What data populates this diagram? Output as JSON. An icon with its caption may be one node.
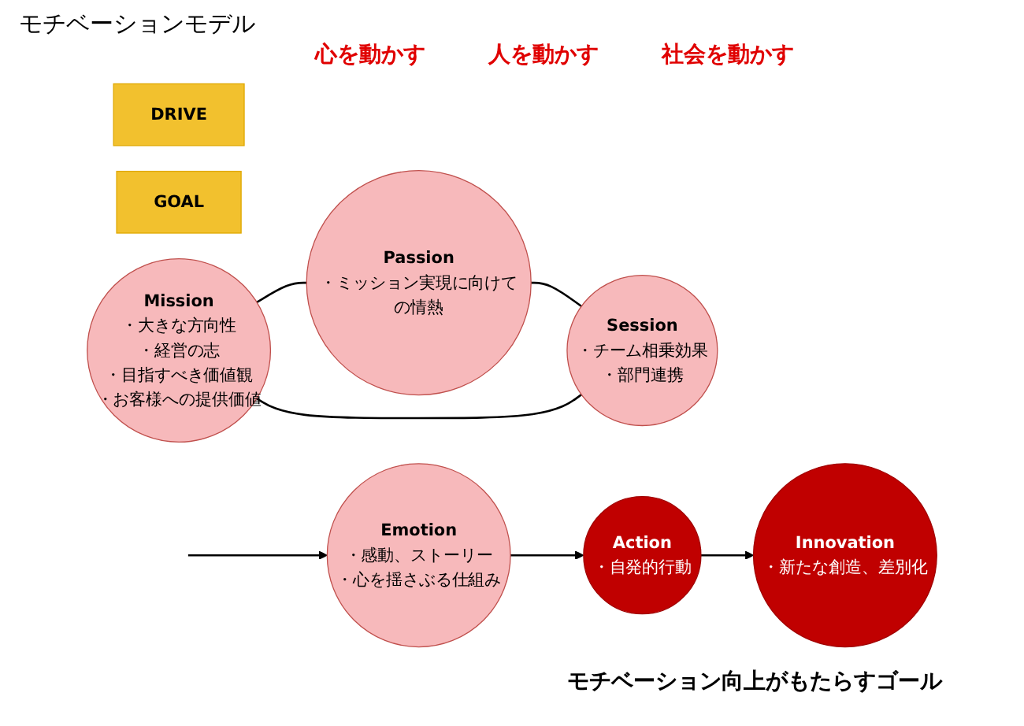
{
  "diagram": {
    "title": "モチベーションモデル",
    "nodes": [
      {
        "text": [
          "DRIVE"
        ]
      },
      {
        "text": [
          "GOAL"
        ]
      },
      {
        "text": [
          "Mission",
          "・大きな方向性",
          "・経営の志",
          "・目指すべき価値観",
          "・お客様への提供価値"
        ]
      },
      {
        "text": [
          "Passion",
          "・ミッション実現に向けての情熱"
        ]
      },
      {
        "text": [
          "Session",
          "・チーム相乗効果",
          "・部門連携"
        ]
      },
      {
        "text": [
          "Emotion",
          "・感動、ストーリー",
          "・心を揺さぶる仕組み"
        ]
      },
      {
        "text": [
          "Action",
          "・自発的行動"
        ]
      },
      {
        "text": [
          "Innovation",
          "・新たな創造、差別化"
        ]
      }
    ],
    "edges": [
      {
        "from": 2,
        "to": 3,
        "arrow": "none"
      },
      {
        "from": 3,
        "to": 4,
        "arrow": "none"
      },
      {
        "from": 4,
        "to": 2,
        "arrow": "none"
      },
      {
        "from": null,
        "to": 5,
        "arrow": "to"
      },
      {
        "from": 5,
        "to": 6,
        "arrow": "to"
      },
      {
        "from": 6,
        "to": 7,
        "arrow": "to"
      }
    ],
    "labels": [
      "心を動かす",
      "人を動かす",
      "社会を動かす",
      "モチベーション向上がもたらすゴール"
    ]
  }
}
